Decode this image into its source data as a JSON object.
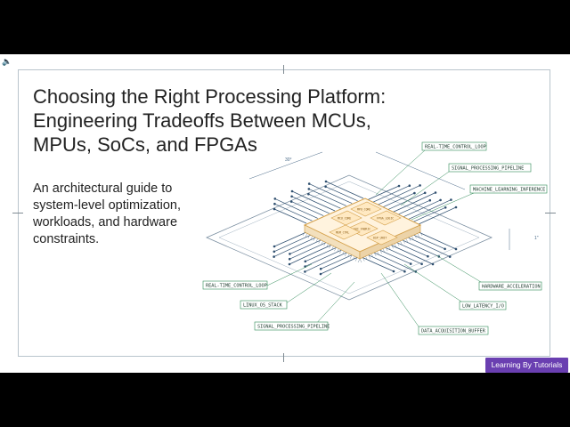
{
  "slide": {
    "title": "Choosing the Right Processing Platform: Engineering Tradeoffs Between MCUs, MPUs, SoCs, and FPGAs",
    "subtitle": "An architectural guide to system-level optimization, workloads, and hardware constraints.",
    "audio_icon": "speaker-icon"
  },
  "callouts": [
    "REAL-TIME_CONTROL_LOOP",
    "SIGNAL_PROCESSING_PIPELINE",
    "MACHINE_LEARNING_INFERENCE",
    "HARDWARE_ACCELERATION",
    "LOW_LATENCY_I/O",
    "DATA_ACQUISITION_BUFFER",
    "REAL-TIME_CONTROL_LOOP",
    "LINUX_OS_STACK",
    "SIGNAL_PROCESSING_PIPELINE"
  ],
  "chip_blocks": [
    "MCU_CORE",
    "MPU_CORE",
    "FPGA_LOGIC",
    "SOC_FABRIC",
    "DSP_UNIT",
    "MEM_CTRL"
  ],
  "dimensions": [
    "30°",
    "1\""
  ],
  "brand": {
    "label": "Learning By Tutorials",
    "color": "#6a3fb1"
  },
  "colors": {
    "accent_orange": "#d4a04a",
    "trace_blue": "#2f4f6f",
    "callout_green": "#2f8a57"
  }
}
